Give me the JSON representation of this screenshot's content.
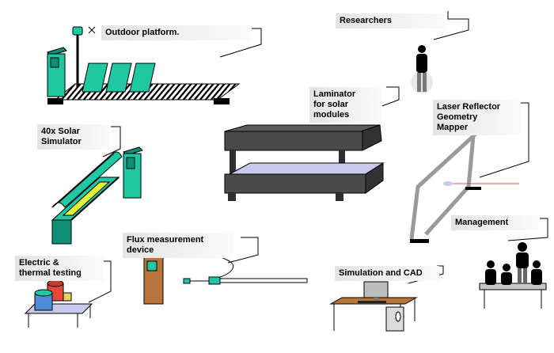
{
  "labels": {
    "outdoor": "Outdoor platform.",
    "researchers": "Researchers",
    "solar_sim": "40x Solar\nSimulator",
    "laminator": "Laminator\nfor solar\nmodules",
    "laser": "Laser Reflector\nGeometry\nMapper",
    "management": "Management",
    "flux": "Flux measurement\ndevice",
    "electric": "Electric &\nthermal testing",
    "cad": "Simulation and CAD"
  },
  "colors": {
    "teal": "#1fc7a2",
    "teal_dark": "#0f8f73",
    "laminator_body": "#4a4a4a",
    "laminator_bed": "#c9c9ee",
    "yellow": "#e6f23a",
    "brown": "#b8743a",
    "laser_beam": "#e8475c",
    "frame_gray": "#9a9a9a"
  }
}
